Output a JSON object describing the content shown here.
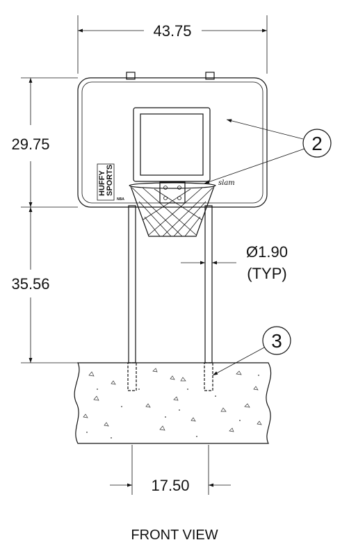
{
  "dimensions": {
    "backboard_width": "43.75",
    "backboard_height": "29.75",
    "pole_height": "35.56",
    "pole_diameter": "Ø1.90",
    "pole_diameter_note": "(TYP)",
    "pole_spacing": "17.50"
  },
  "callouts": {
    "backboard": "2",
    "footing": "3"
  },
  "backboard": {
    "brand_line1": "HUFFY",
    "brand_line2": "SPORTS",
    "league": "NBA",
    "rim_model": "slam"
  },
  "view_title": "FRONT VIEW"
}
